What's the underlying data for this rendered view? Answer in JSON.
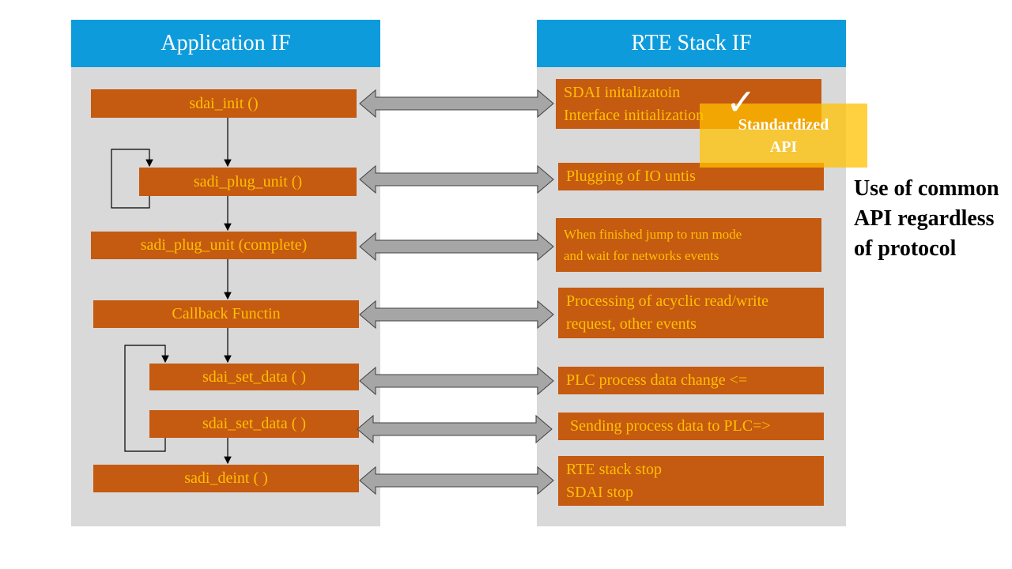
{
  "left_panel": {
    "title": "Application IF"
  },
  "right_panel": {
    "title": "RTE Stack IF"
  },
  "app_steps": [
    {
      "label": "sdai_init ()"
    },
    {
      "label": "sadi_plug_unit ()"
    },
    {
      "label": "sadi_plug_unit (complete)"
    },
    {
      "label": "Callback Functin"
    },
    {
      "label": "sdai_set_data ( )"
    },
    {
      "label": "sdai_set_data ( )"
    },
    {
      "label": "sadi_deint ( )"
    }
  ],
  "stack_steps": [
    {
      "line1": "SDAI initalizatoin",
      "line2": "Interface initialization"
    },
    {
      "line1": "Plugging  of IO untis",
      "line2": ""
    },
    {
      "line1": "When  finished  jump to run mode",
      "line2": "and wait for networks events"
    },
    {
      "line1": "Processing of acyclic read/write",
      "line2": "request, other events"
    },
    {
      "line1": "PLC process data change <=",
      "line2": ""
    },
    {
      "line1": "Sending process data to PLC=>",
      "line2": ""
    },
    {
      "line1": "RTE stack stop",
      "line2": "SDAI stop"
    }
  ],
  "badge": {
    "line1": "Standardized",
    "line2": "API",
    "check": "✓"
  },
  "side_note": {
    "text": "Use of common API regardless of protocol"
  },
  "colors": {
    "header": "#0d9bdc",
    "panel": "#d9d9d9",
    "box": "#c55a11",
    "box_text": "#ffc000",
    "arrow_fill": "#a6a6a6",
    "badge": "#ffc000"
  }
}
